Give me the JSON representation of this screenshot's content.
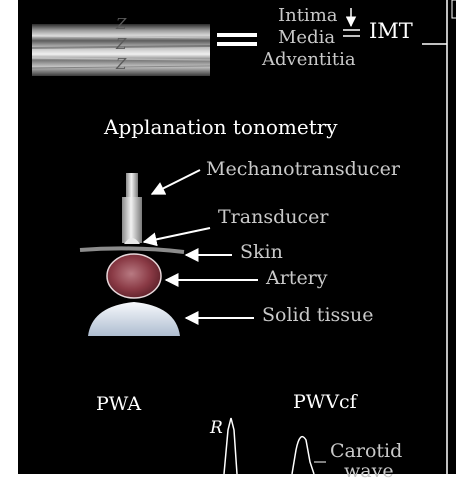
{
  "ultrasound": {
    "z_labels": [
      "Z",
      "Z",
      "Z"
    ],
    "layer_labels": {
      "intima": "Intima",
      "media": "Media",
      "adventitia": "Adventitia",
      "imt": "IMT"
    }
  },
  "tonometry": {
    "title": "Applanation tonometry",
    "labels": {
      "mechanotransducer": "Mechanotransducer",
      "transducer": "Transducer",
      "skin": "Skin",
      "artery": "Artery",
      "solid_tissue": "Solid tissue"
    }
  },
  "bottom": {
    "pwa": "PWA",
    "pwvcf": "PWVcf",
    "r_label": "R",
    "carotid": "Carotid",
    "wave": "wave"
  },
  "colors": {
    "background": "#000000",
    "label_gray": "#c9c9c9",
    "artery": "#8a3a45",
    "tissue": "#dfe6ef"
  }
}
